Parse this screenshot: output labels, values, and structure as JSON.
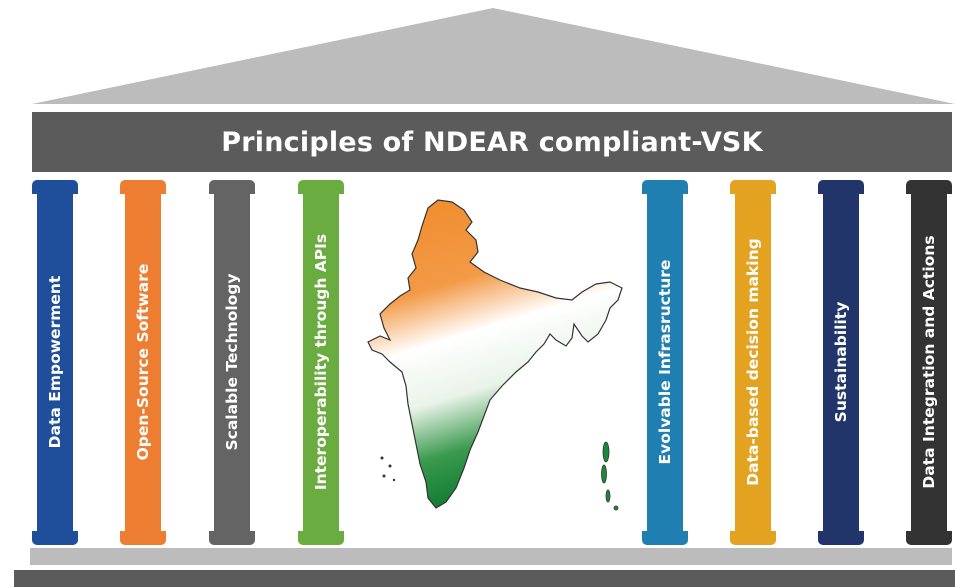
{
  "title": "Principles of NDEAR compliant-VSK",
  "pillars": [
    {
      "label": "Data Empowerment",
      "color": "#1f4e9a"
    },
    {
      "label": "Open-Source Software",
      "color": "#ed7d31"
    },
    {
      "label": "Scalable Technology",
      "color": "#646464"
    },
    {
      "label": "Interoperability through APIs",
      "color": "#6aac3f"
    },
    {
      "label": "Evolvable Infrasructure",
      "color": "#1f7fb0"
    },
    {
      "label": "Data-based decision making",
      "color": "#e3a21f"
    },
    {
      "label": "Sustainability",
      "color": "#22356a"
    },
    {
      "label": "Data Integration and Actions",
      "color": "#333333"
    }
  ],
  "colors": {
    "roof": "#bcbcbc",
    "banner": "#5b5b5b",
    "map_saffron": "#f08a2a",
    "map_white": "#ffffff",
    "map_green": "#1a8a3a"
  }
}
